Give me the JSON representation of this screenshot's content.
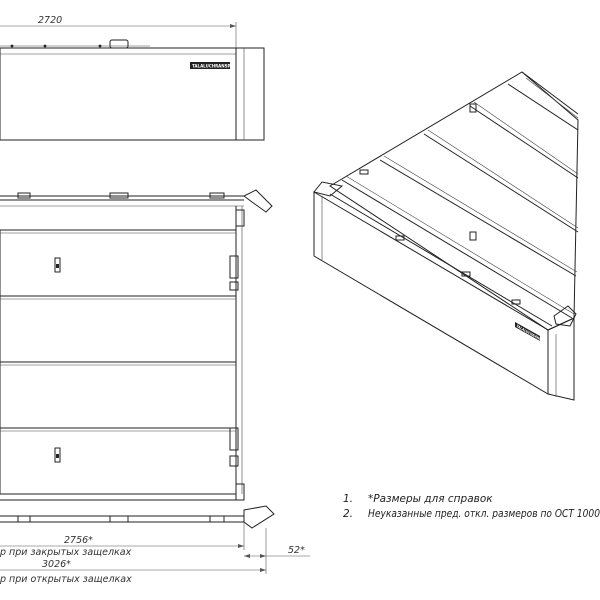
{
  "top_view": {
    "width_label": "2720",
    "badge": "TALALUCHRANSPO"
  },
  "plan_view": {
    "dims": [
      {
        "value": "2756*",
        "caption": "р при закрытых защелках"
      },
      {
        "value": "3026*",
        "caption": "р при открытых защелках"
      },
      {
        "value": "52*"
      }
    ]
  },
  "iso_view": {
    "badge": "TALALUCHRANSPO"
  },
  "notes": [
    {
      "num": "1.",
      "text": "*Размеры для справок"
    },
    {
      "num": "2.",
      "text": "Неуказанные пред. откл. размеров по ОСТ 1000"
    }
  ]
}
